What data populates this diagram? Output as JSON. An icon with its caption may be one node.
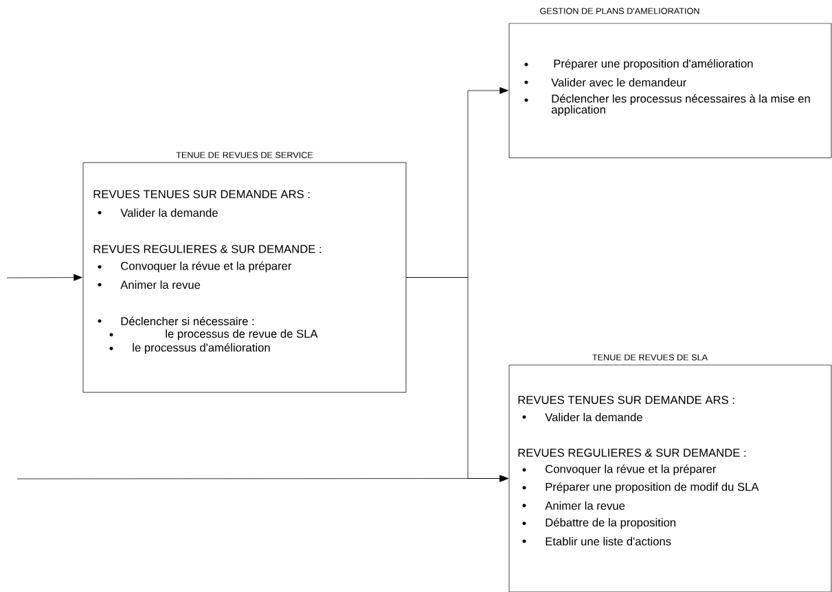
{
  "diagram": {
    "nodes": [
      {
        "text": [
          "TENUE DE REVUES DE SERVICE",
          "REVUES TENUES SUR DEMANDE ARS :",
          "Valider la demande",
          "REVUES REGULIERES & SUR DEMANDE :",
          "Convoquer la révue et la préparer",
          "Animer la revue",
          "Déclencher si nécessaire :",
          "le processus de revue de SLA",
          "le processus d'amélioration"
        ]
      },
      {
        "text": [
          "GESTION DE PLANS D'AMELIORATION",
          "Préparer une proposition d'amélioration",
          "Valider avec le demandeur",
          "Déclencher les processus nécessaires à la mise en application"
        ]
      },
      {
        "text": [
          "TENUE DE REVUES DE SLA",
          "REVUES TENUES SUR DEMANDE ARS :",
          "Valider la demande",
          "REVUES REGULIERES & SUR DEMANDE :",
          "Convoquer la révue et la préparer",
          "Préparer une proposition de modif du SLA",
          "Animer la revue",
          "Débattre de la proposition",
          "Etablir une liste d'actions"
        ]
      }
    ],
    "edges": [
      {
        "from": null,
        "to": 0,
        "arrow": "to"
      },
      {
        "from": 0,
        "to": 1,
        "arrow": "to"
      },
      {
        "from": 0,
        "to": 2,
        "arrow": "to"
      },
      {
        "from": null,
        "to": 2,
        "arrow": "to"
      }
    ]
  }
}
